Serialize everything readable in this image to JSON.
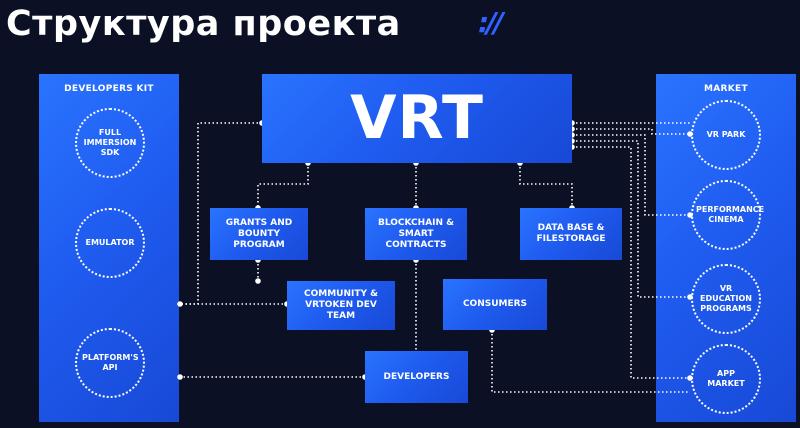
{
  "page": {
    "title": "Структура проекта",
    "title_decoration": "://"
  },
  "developers_kit": {
    "heading": "DEVELOPERS KIT",
    "items": [
      "FULL IMMERSION SDK",
      "EMULATOR",
      "PLATFORM'S API"
    ]
  },
  "market": {
    "heading": "MARKET",
    "items": [
      "VR PARK",
      "PERFORMANCE CINEMA",
      "VR EDUCATION PROGRAMS",
      "APP MARKET"
    ]
  },
  "center": {
    "vrt": "VRT",
    "grants": "GRANTS AND BOUNTY PROGRAM",
    "blockchain": "BLOCKCHAIN & SMART CONTRACTS",
    "database": "DATA BASE & FILESTORAGE",
    "community": "COMMUNITY & VRTOKEN DEV TEAM",
    "consumers": "CONSUMERS",
    "developers": "DEVELOPERS"
  },
  "colors": {
    "background": "#0b1025",
    "box_blue": "#2366ff",
    "accent": "#2f63ff",
    "connector": "#ffffff"
  }
}
